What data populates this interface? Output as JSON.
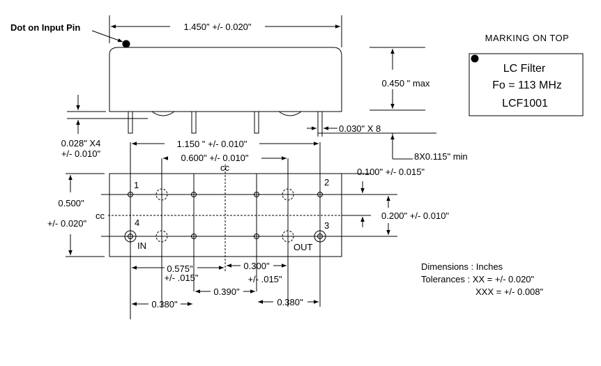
{
  "callouts": {
    "dot_input_pin": "Dot on Input Pin"
  },
  "marking": {
    "heading": "MARKING ON TOP",
    "line1": "LC Filter",
    "line2": "Fo = 113 MHz",
    "line3": "LCF1001"
  },
  "dimensions": {
    "overall_length": "1.450\" +/- 0.020\"",
    "height_max": "0.450 \" max",
    "pin_thickness_line1": "0.028\" X4",
    "pin_thickness_line2": "+/- 0.010\"",
    "pin_width": "0.030\" X 8",
    "pin_length": "8X0.115\" min",
    "pin_span": "1.150 \" +/- 0.010\"",
    "inner_span": "0.600\" +/- 0.010\"",
    "row_offset": "0.100\" +/- 0.015\"",
    "row_spacing": "0.200\" +/- 0.010\"",
    "body_width_line1": "0.500\"",
    "body_width_line2": "+/- 0.020\"",
    "dim_575_line1": "0.575\"",
    "dim_575_line2": "+/- .015\"",
    "dim_300_line1": "0.300\"",
    "dim_300_line2": "+/- .015\"",
    "dim_380_left": "0.380\"",
    "dim_390": "0.390\"",
    "dim_380_right": "0.380\""
  },
  "labels": {
    "cc_top": "cc",
    "cc_left": "cc",
    "pin1": "1",
    "pin2": "2",
    "pin3": "3",
    "pin4": "4",
    "in": "IN",
    "out": "OUT"
  },
  "notes": {
    "units": "Dimensions : Inches",
    "tol_line1": "Tolerances : XX = +/- 0.020\"",
    "tol_line2": "XXX = +/- 0.008\""
  }
}
